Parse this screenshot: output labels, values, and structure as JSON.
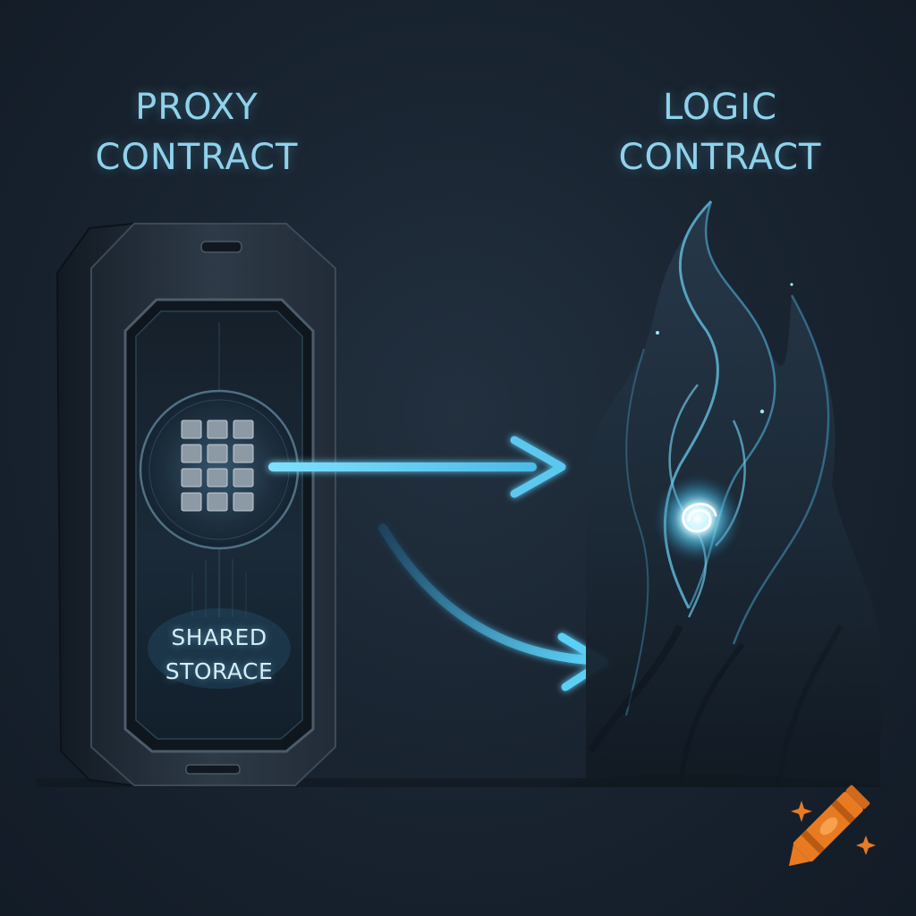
{
  "proxy": {
    "title_line1": "PROXY",
    "title_line2": "CONTRACT",
    "storage_line1": "SHARED",
    "storage_line2": "STORACE"
  },
  "logic": {
    "title_line1": "LOGIC",
    "title_line2": "CONTRACT"
  },
  "colors": {
    "background": "#15202d",
    "title_text": "#8fd2ec",
    "arrow": "#5cc8ee",
    "glow": "#a8efff",
    "logo_orange": "#e87a22"
  },
  "icons": {
    "device": "hardware-wallet-icon",
    "keypad": "keypad-grid-icon",
    "logic": "flame-icon",
    "watermark": "crayon-icon"
  }
}
